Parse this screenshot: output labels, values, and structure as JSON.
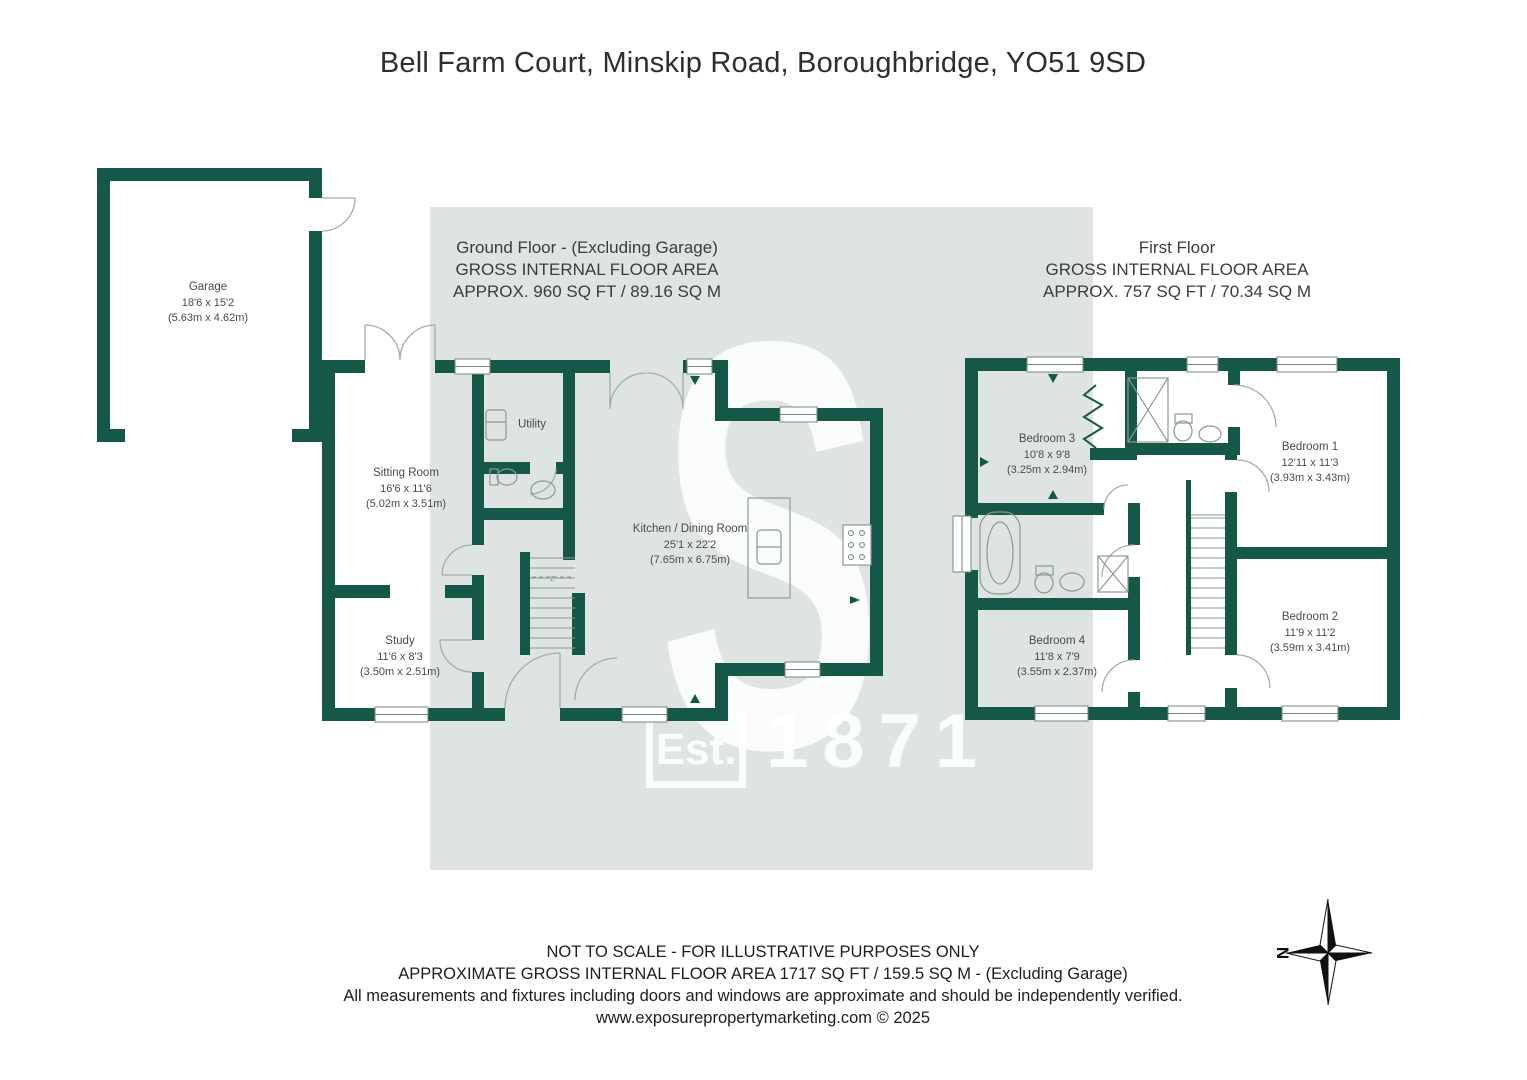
{
  "title": "Bell Farm Court, Minskip Road, Boroughbridge, YO51 9SD",
  "watermark": {
    "letter": "S",
    "est": "Est.",
    "year": "1871"
  },
  "floors": [
    {
      "title": "Ground Floor - (Excluding Garage)",
      "subtitle": "GROSS INTERNAL FLOOR AREA",
      "area": "APPROX. 960 SQ FT / 89.16 SQ M",
      "rooms": [
        {
          "name": "Garage",
          "dims_ft": "18'6 x 15'2",
          "dims_m": "(5.63m x 4.62m)"
        },
        {
          "name": "Sitting Room",
          "dims_ft": "16'6 x 11'6",
          "dims_m": "(5.02m x 3.51m)"
        },
        {
          "name": "Study",
          "dims_ft": "11'6 x 8'3",
          "dims_m": "(3.50m x 2.51m)"
        },
        {
          "name": "Utility",
          "dims_ft": "",
          "dims_m": ""
        },
        {
          "name": "Kitchen / Dining Room",
          "dims_ft": "25'1 x 22'2",
          "dims_m": "(7.65m x 6.75m)"
        }
      ]
    },
    {
      "title": "First Floor",
      "subtitle": "GROSS INTERNAL FLOOR AREA",
      "area": "APPROX. 757 SQ FT / 70.34 SQ M",
      "rooms": [
        {
          "name": "Bedroom 3",
          "dims_ft": "10'8 x 9'8",
          "dims_m": "(3.25m x 2.94m)"
        },
        {
          "name": "Bedroom 1",
          "dims_ft": "12'11 x 11'3",
          "dims_m": "(3.93m x 3.43m)"
        },
        {
          "name": "Bedroom 4",
          "dims_ft": "11'8 x 7'9",
          "dims_m": "(3.55m x 2.37m)"
        },
        {
          "name": "Bedroom 2",
          "dims_ft": "11'9 x 11'2",
          "dims_m": "(3.59m x 3.41m)"
        }
      ]
    }
  ],
  "footer": {
    "line1": "NOT TO SCALE - FOR ILLUSTRATIVE PURPOSES ONLY",
    "line2": "APPROXIMATE GROSS INTERNAL FLOOR AREA 1717 SQ FT / 159.5 SQ M - (Excluding Garage)",
    "line3": "All measurements and fixtures including doors and windows are approximate and should be independently verified.",
    "line4": "www.exposurepropertymarketing.com © 2025"
  },
  "compass": {
    "label": "N"
  },
  "colors": {
    "wall": "#165848",
    "shade": "#dee4e1",
    "watermark_white": "rgba(255,255,255,0.85)"
  }
}
